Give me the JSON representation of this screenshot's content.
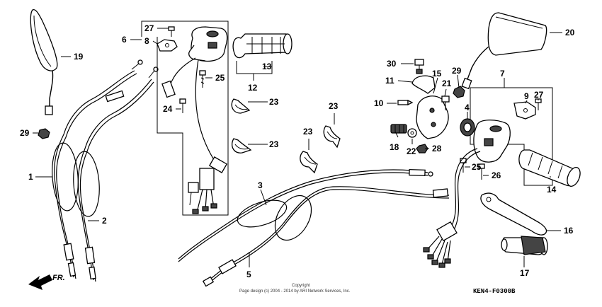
{
  "labels": {
    "p1": "1",
    "p2": "2",
    "p3": "3",
    "p4": "4",
    "p5": "5",
    "p6": "6",
    "p7": "7",
    "p8": "8",
    "p9": "9",
    "p10": "10",
    "p11": "11",
    "p12": "12",
    "p13": "13",
    "p14": "14",
    "p15": "15",
    "p16": "16",
    "p17": "17",
    "p18": "18",
    "p19": "19",
    "p20": "20",
    "p21": "21",
    "p22": "22",
    "p23a": "23",
    "p23b": "23",
    "p23c": "23",
    "p23d": "23",
    "p24": "24",
    "p25a": "25",
    "p25b": "25",
    "p26": "26",
    "p27a": "27",
    "p27b": "27",
    "p28": "28",
    "p29a": "29",
    "p29b": "29",
    "p30": "30"
  },
  "direction": "FR.",
  "copyright_line1": "Copyright",
  "copyright_line2": "Page design (c) 2004 - 2014 by ARI Network Services, Inc.",
  "diagram_code": "KEN4-F0300B"
}
